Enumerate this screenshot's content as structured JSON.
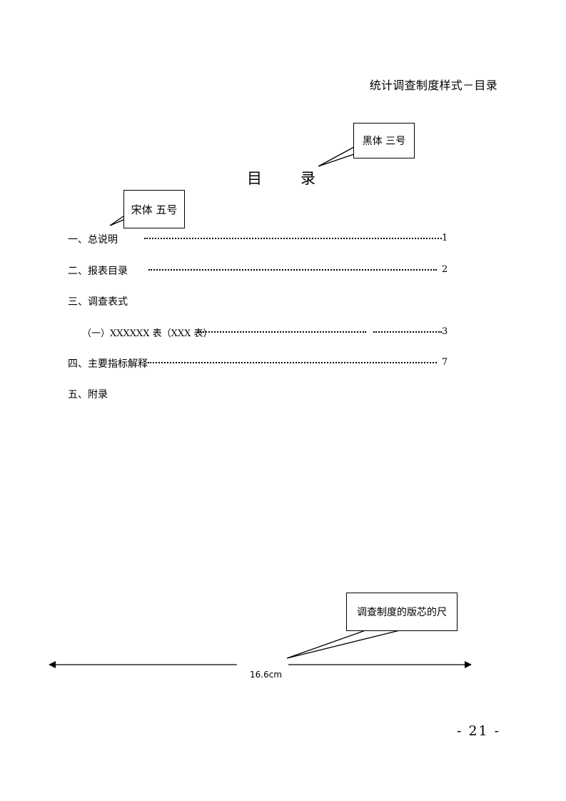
{
  "header": {
    "text": "统计调查制度样式－目录"
  },
  "title": {
    "char1": "目",
    "char2": "录"
  },
  "callouts": {
    "heading_font": "黑体 三号",
    "body_font": "宋体 五号",
    "size_note": "调查制度的版芯的尺"
  },
  "toc": [
    {
      "label": "一、总说明",
      "page": "1"
    },
    {
      "label": "二、报表目录",
      "page": "2"
    },
    {
      "label": "三、调查表式",
      "page": ""
    },
    {
      "label": "（一）XXXXXX 表（XXX 表）",
      "page": "3"
    },
    {
      "label": "四、主要指标解释",
      "page": "7"
    },
    {
      "label": "五、附录",
      "page": ""
    }
  ],
  "scale": {
    "label": "16.6cm"
  },
  "footer": {
    "page_number": "- 21 -"
  }
}
